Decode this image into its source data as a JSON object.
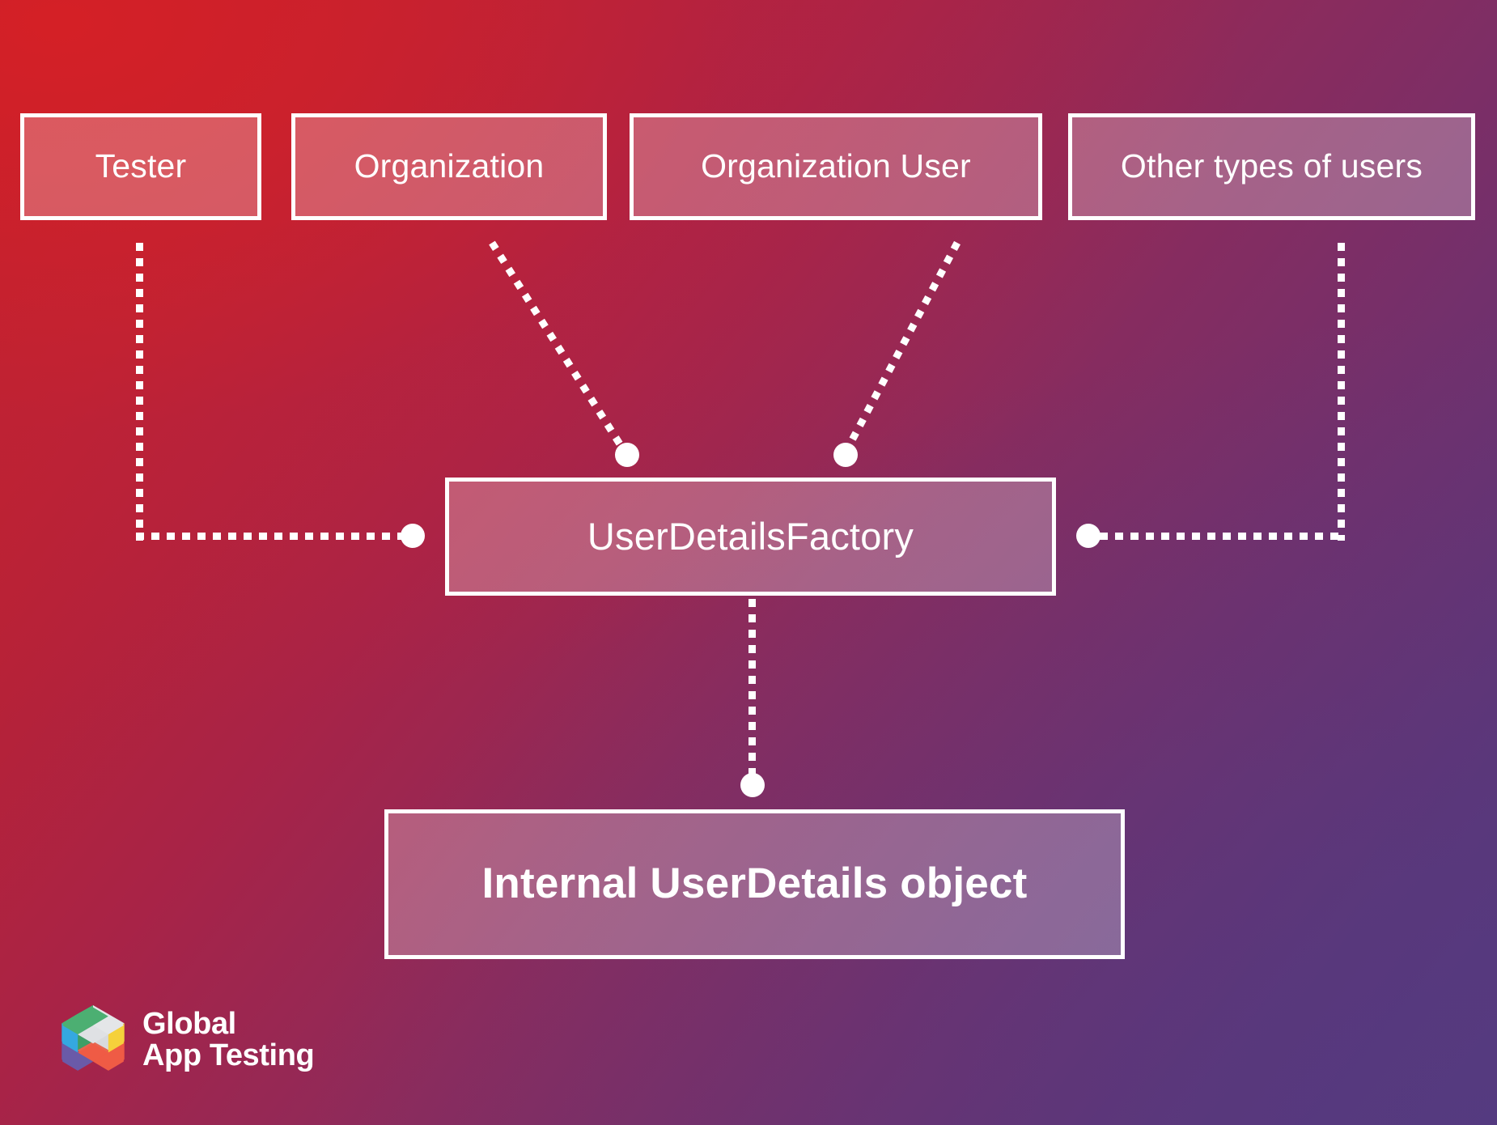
{
  "diagram": {
    "title": "UserDetailsFactory architecture diagram",
    "background": {
      "gradient_from": "#c22026",
      "gradient_to": "#563a7e",
      "direction": "top-left to bottom-right"
    },
    "node_style": {
      "border_color": "#ffffff",
      "fill": "rgba(255,255,255,0.26)",
      "text_color": "#ffffff"
    },
    "connector_style": {
      "line": "dotted",
      "color": "#ffffff",
      "endpoint": "filled circle"
    },
    "top_nodes": [
      {
        "id": "tester",
        "label": "Tester"
      },
      {
        "id": "organization",
        "label": "Organization"
      },
      {
        "id": "org-user",
        "label": "Organization User"
      },
      {
        "id": "other-users",
        "label": "Other types of users"
      }
    ],
    "center_node": {
      "id": "factory",
      "label": "UserDetailsFactory"
    },
    "bottom_node": {
      "id": "userdetails",
      "label": "Internal UserDetails object"
    },
    "connections": [
      {
        "from": "tester",
        "to": "factory",
        "shape": "elbow-left"
      },
      {
        "from": "organization",
        "to": "factory",
        "shape": "diagonal"
      },
      {
        "from": "org-user",
        "to": "factory",
        "shape": "diagonal"
      },
      {
        "from": "other-users",
        "to": "factory",
        "shape": "elbow-right"
      },
      {
        "from": "factory",
        "to": "userdetails",
        "shape": "vertical"
      }
    ]
  },
  "logo": {
    "name": "global-app-testing-logo",
    "line1": "Global",
    "line2": "App Testing",
    "mark_colors": {
      "top_left": "#4caf72",
      "top_right": "#e4e6e8",
      "left": "#35a8e0",
      "right": "#f5d13b",
      "bottom_left": "#6a5aa8",
      "bottom_right": "#ef5b45"
    }
  }
}
